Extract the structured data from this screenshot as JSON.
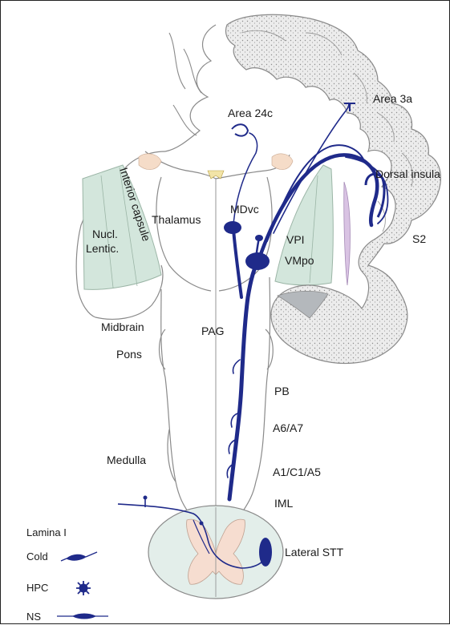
{
  "labels": {
    "area_24c": "Area 24c",
    "area_3a": "Area 3a",
    "dorsal_insula": "Dorsal insula",
    "interior_capsule": "Interior capsule",
    "thalamus": "Thalamus",
    "mdvc": "MDvc",
    "vpi": "VPI",
    "vmpo": "VMpo",
    "s2": "S2",
    "nucl_lentic_1": "Nucl.",
    "nucl_lentic_2": "Lentic.",
    "midbrain": "Midbrain",
    "pag": "PAG",
    "pons": "Pons",
    "pb": "PB",
    "a6a7": "A6/A7",
    "medulla": "Medulla",
    "a1c1a5": "A1/C1/A5",
    "iml": "IML",
    "lateral_stt": "Lateral STT"
  },
  "legend": {
    "title": "Lamina I",
    "items": [
      {
        "label": "Cold",
        "icon": "cold-neuron-icon"
      },
      {
        "label": "HPC",
        "icon": "hpc-neuron-icon"
      },
      {
        "label": "NS",
        "icon": "ns-neuron-icon"
      }
    ]
  },
  "colors": {
    "pathway": "#1f2a8a",
    "lentiform": "#d3e6dc",
    "cortex_fill": "#ececec",
    "thalamic_pink": "#f5dcc8",
    "claustrum": "#d9c3e3",
    "gray_matter": "#f6ddd0",
    "outline": "#8a8a8a"
  }
}
